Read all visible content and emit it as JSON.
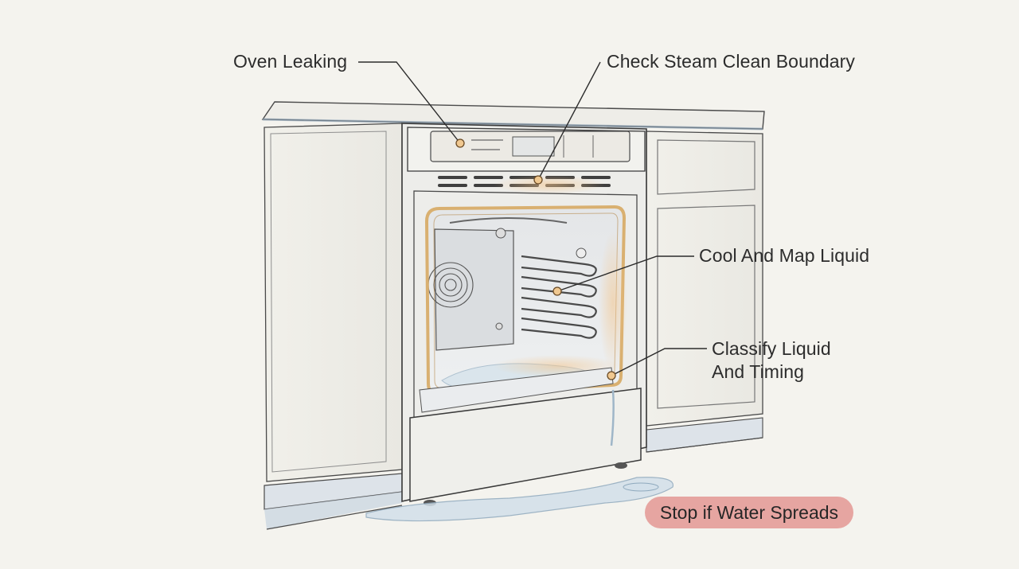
{
  "labels": {
    "oven_leaking": "Oven Leaking",
    "check_steam_clean_boundary": "Check Steam Clean Boundary",
    "cool_and_map_liquid": "Cool And Map Liquid",
    "classify_liquid_line1": "Classify Liquid",
    "classify_liquid_line2": "And Timing"
  },
  "warning": {
    "text": "Stop if Water Spreads",
    "color": "#e6a5a1"
  },
  "colors": {
    "background": "#f4f3ee",
    "line": "#3a3a3a",
    "gasket": "#d9b070",
    "marker": "#e3b47a",
    "water": "#c9d9e6"
  },
  "icons": [
    "oven-illustration",
    "marker-dot"
  ]
}
